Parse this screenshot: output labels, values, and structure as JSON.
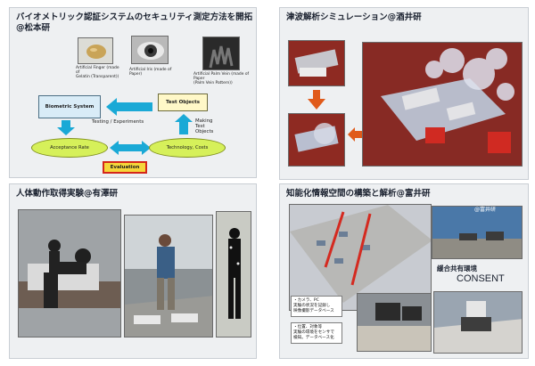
{
  "panels": {
    "biometric": {
      "title": "バイオメトリック認証システムのセキュリティ測定方法を開拓\n@松本研",
      "photo_captions": [
        "Artificial Finger (made of\nGelatin (Transparent))",
        "Artificial Iris (made of Paper)",
        "Artificial Palm Vein (made of Paper\n(Palm Vein Pattern))"
      ],
      "boxes": {
        "biometric_system": "Biometric System",
        "test_objects": "Test Objects",
        "testing": "Testing / Experiments",
        "making": "Making\nTest\nObjects",
        "acceptance": "Acceptance Rate",
        "technology": "Technology, Costs",
        "evaluation": "Evaluation"
      }
    },
    "tsunami": {
      "title": "津波解析シミュレーション@酒井研"
    },
    "motion": {
      "title": "人体動作取得実験@有澤研"
    },
    "intelligent": {
      "title": "知能化情報空間の構築と解析@富井研",
      "lab_label": "@富井研",
      "environment_label": "緩合共有環境",
      "consent_label": "CONSENT",
      "caption_top": "・カメラ、PC\n実験の状況を記録し\n映像撮影データベース",
      "caption_bottom": "・位置、対象等\n実験の環境をセンサで\n検知。データベース化"
    }
  },
  "colors": {
    "arrow_cyan": "#1aa9d6",
    "arrow_orange": "#e05a1a",
    "oval_green": "#d6f05a",
    "evaluation_bg": "#f5d63a",
    "evaluation_border": "#d4261a"
  }
}
